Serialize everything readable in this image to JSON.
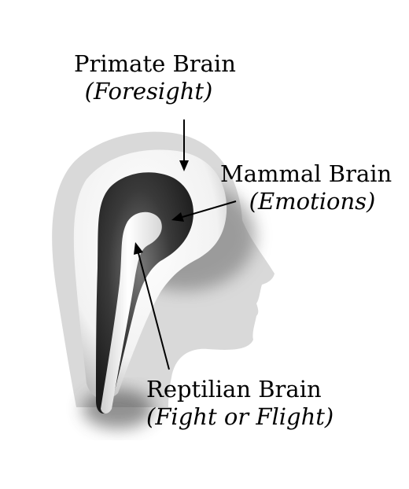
{
  "labels": {
    "primate": {
      "name": "Primate Brain",
      "note": "(Foresight)"
    },
    "mammal": {
      "name": "Mammal Brain",
      "note": "(Emotions)"
    },
    "reptilian": {
      "name": "Reptilian Brain",
      "note": "(Fight or Flight)"
    }
  },
  "colors": {
    "head_silhouette": "#d9d9d9",
    "primate_layer": "#f4f4f4",
    "mammal_layer": "#3a3a3a",
    "reptilian_layer": "#e8e8e8",
    "text": "#000000",
    "arrow": "#000000"
  }
}
